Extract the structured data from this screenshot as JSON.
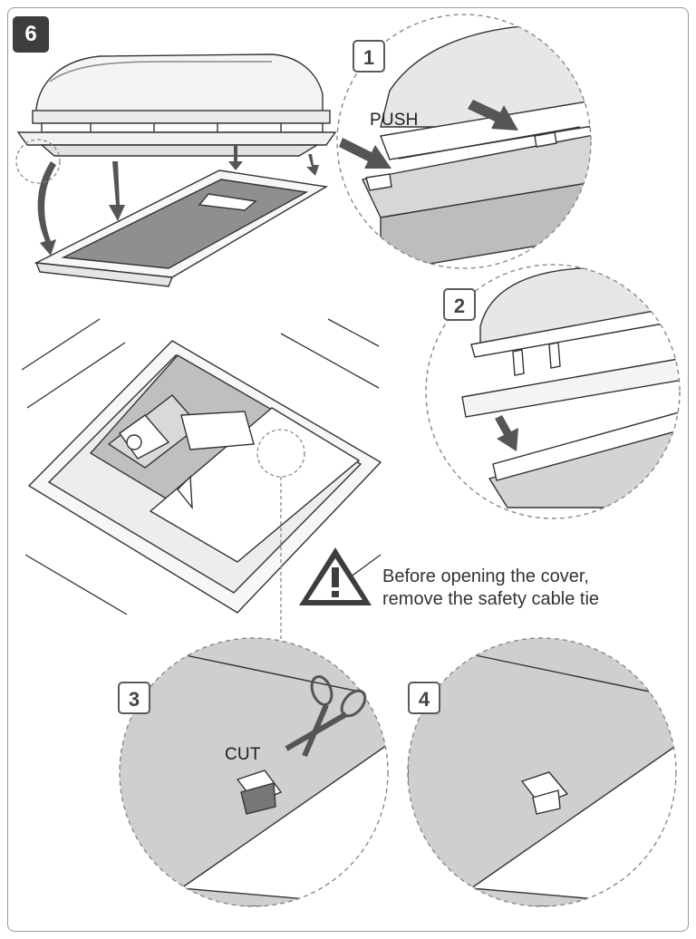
{
  "step": {
    "number": "6"
  },
  "callouts": [
    {
      "number": "1",
      "label": "PUSH"
    },
    {
      "number": "2",
      "label": ""
    },
    {
      "number": "3",
      "label": "CUT"
    },
    {
      "number": "4",
      "label": ""
    }
  ],
  "warning": {
    "icon": "warning-triangle-icon",
    "line1": "Before opening the cover,",
    "line2": "remove the safety cable tie"
  },
  "colors": {
    "badge_dark": "#3d3d3d",
    "grey_fill": "#c8c8c8",
    "outline": "#444444",
    "dash": "#8a8a8a"
  }
}
